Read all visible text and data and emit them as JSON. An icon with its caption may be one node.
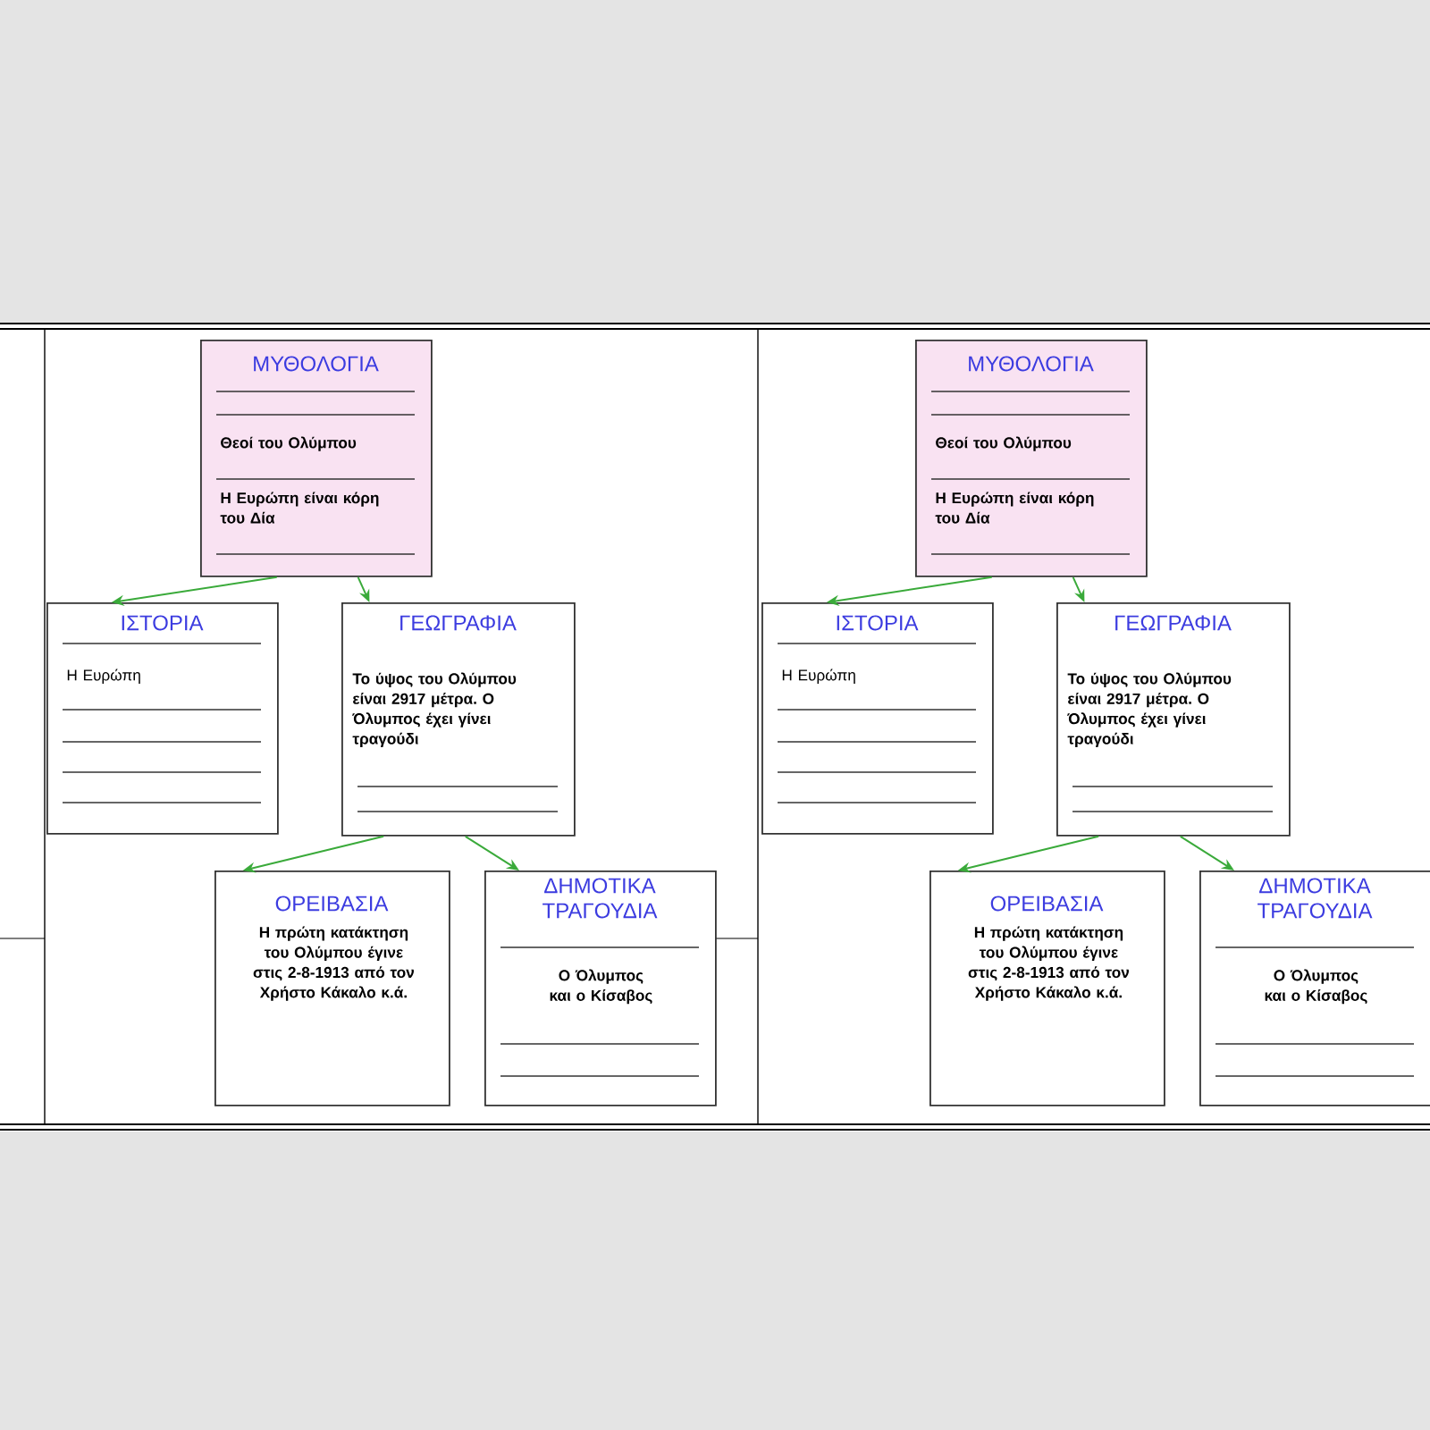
{
  "diagram": {
    "nodes": [
      {
        "text": [
          "ΜΥΘΟΛΟΓΙΑ",
          "Θεοί του Ολύμπου",
          "Η Ευρώπη είναι κόρη του Δία"
        ]
      },
      {
        "text": [
          "ΙΣΤΟΡΙΑ",
          "Η Ευρώπη"
        ]
      },
      {
        "text": [
          "ΓΕΩΓΡΑΦΙΑ",
          "Το ύψος του Ολύμπου είναι 2917 μέτρα. Ο Όλυμπος έχει γίνει τραγούδι"
        ]
      },
      {
        "text": [
          "ΟΡΕΙΒΑΣΙΑ",
          "Η πρώτη κατάκτηση του Ολύμπου έγινε στις 2-8-1913 από τον Χρήστο Κάκαλο κ.ά."
        ]
      },
      {
        "text": [
          "ΔΗΜΟΤΙΚΑ ΤΡΑΓΟΥΔΙΑ",
          "Ο Όλυμπος και ο Κίσαβος"
        ]
      },
      {
        "text": [
          "ΜΥΘΟΛΟΓΙΑ",
          "Θεοί του Ολύμπου",
          "Η Ευρώπη είναι κόρη του Δία"
        ]
      },
      {
        "text": [
          "ΙΣΤΟΡΙΑ",
          "Η Ευρώπη"
        ]
      },
      {
        "text": [
          "ΓΕΩΓΡΑΦΙΑ",
          "Το ύψος του Ολύμπου είναι 2917 μέτρα. Ο Όλυμπος έχει γίνει τραγούδι"
        ]
      },
      {
        "text": [
          "ΟΡΕΙΒΑΣΙΑ",
          "Η πρώτη κατάκτηση του Ολύμπου έγινε στις 2-8-1913 από τον Χρήστο Κάκαλο κ.ά."
        ]
      },
      {
        "text": [
          "ΔΗΜΟΤΙΚΑ ΤΡΑΓΟΥΔΙΑ",
          "Ο Όλυμπος και ο Κίσαβος"
        ]
      }
    ],
    "edges": [
      {
        "from": 0,
        "to": 1,
        "arrow": "to"
      },
      {
        "from": 0,
        "to": 2,
        "arrow": "to"
      },
      {
        "from": 2,
        "to": 3,
        "arrow": "to"
      },
      {
        "from": 2,
        "to": 4,
        "arrow": "to"
      },
      {
        "from": 5,
        "to": 6,
        "arrow": "to"
      },
      {
        "from": 5,
        "to": 7,
        "arrow": "to"
      },
      {
        "from": 7,
        "to": 8,
        "arrow": "to"
      },
      {
        "from": 7,
        "to": 9,
        "arrow": "to"
      }
    ]
  }
}
